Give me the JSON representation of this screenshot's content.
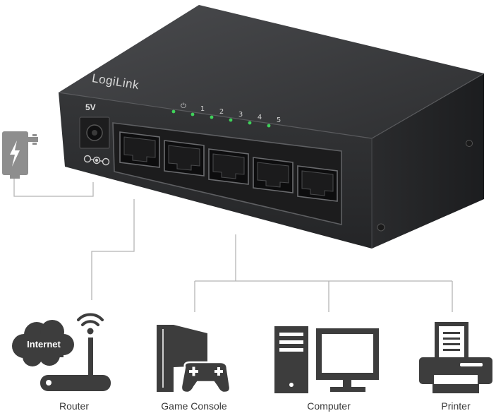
{
  "device": {
    "brand": "LogiLink",
    "power_label": "5V",
    "led_labels": [
      "⏻",
      "1",
      "2",
      "3",
      "4",
      "5"
    ]
  },
  "diagram": {
    "cloud_label": "Internet",
    "endpoints": [
      {
        "label": "Router",
        "icon": "router-icon"
      },
      {
        "label": "Game Console",
        "icon": "game-console-icon"
      },
      {
        "label": "Computer",
        "icon": "computer-icon"
      },
      {
        "label": "Printer",
        "icon": "printer-icon"
      }
    ]
  },
  "colors": {
    "switch_body": "#3a3b3d",
    "switch_front": "#2b2c2e",
    "led_green": "#3fd15a",
    "icon_fill": "#3d3d3d",
    "adapter": "#8e8e8e",
    "connector_line": "#b5b5b5"
  }
}
